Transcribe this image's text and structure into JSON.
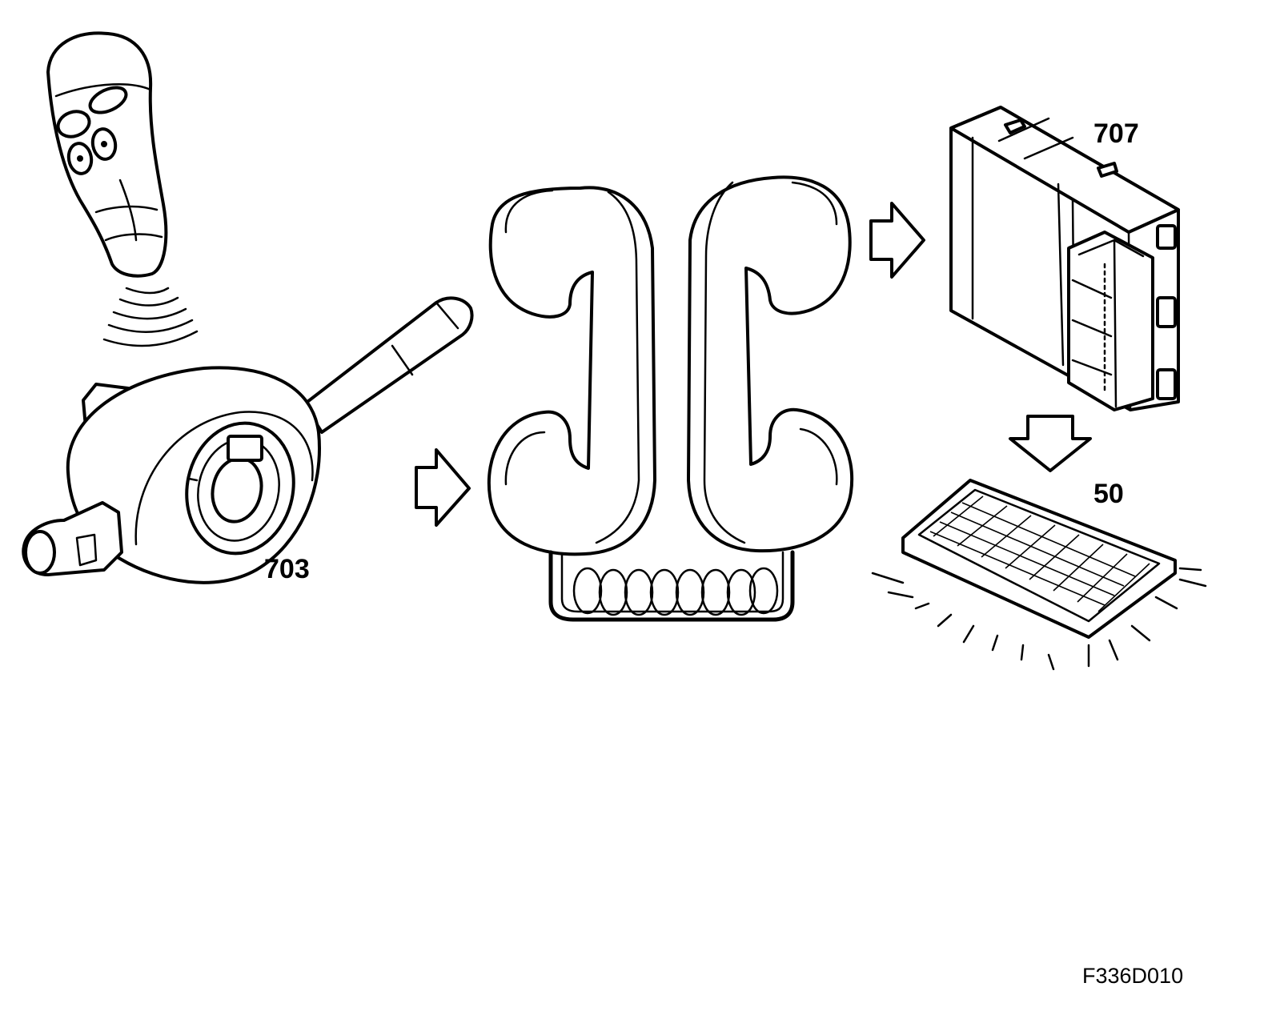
{
  "diagram": {
    "labels": {
      "stalk_switch": "703",
      "control_module": "707",
      "courtesy_light": "50"
    },
    "figure_code": "F336D010"
  }
}
